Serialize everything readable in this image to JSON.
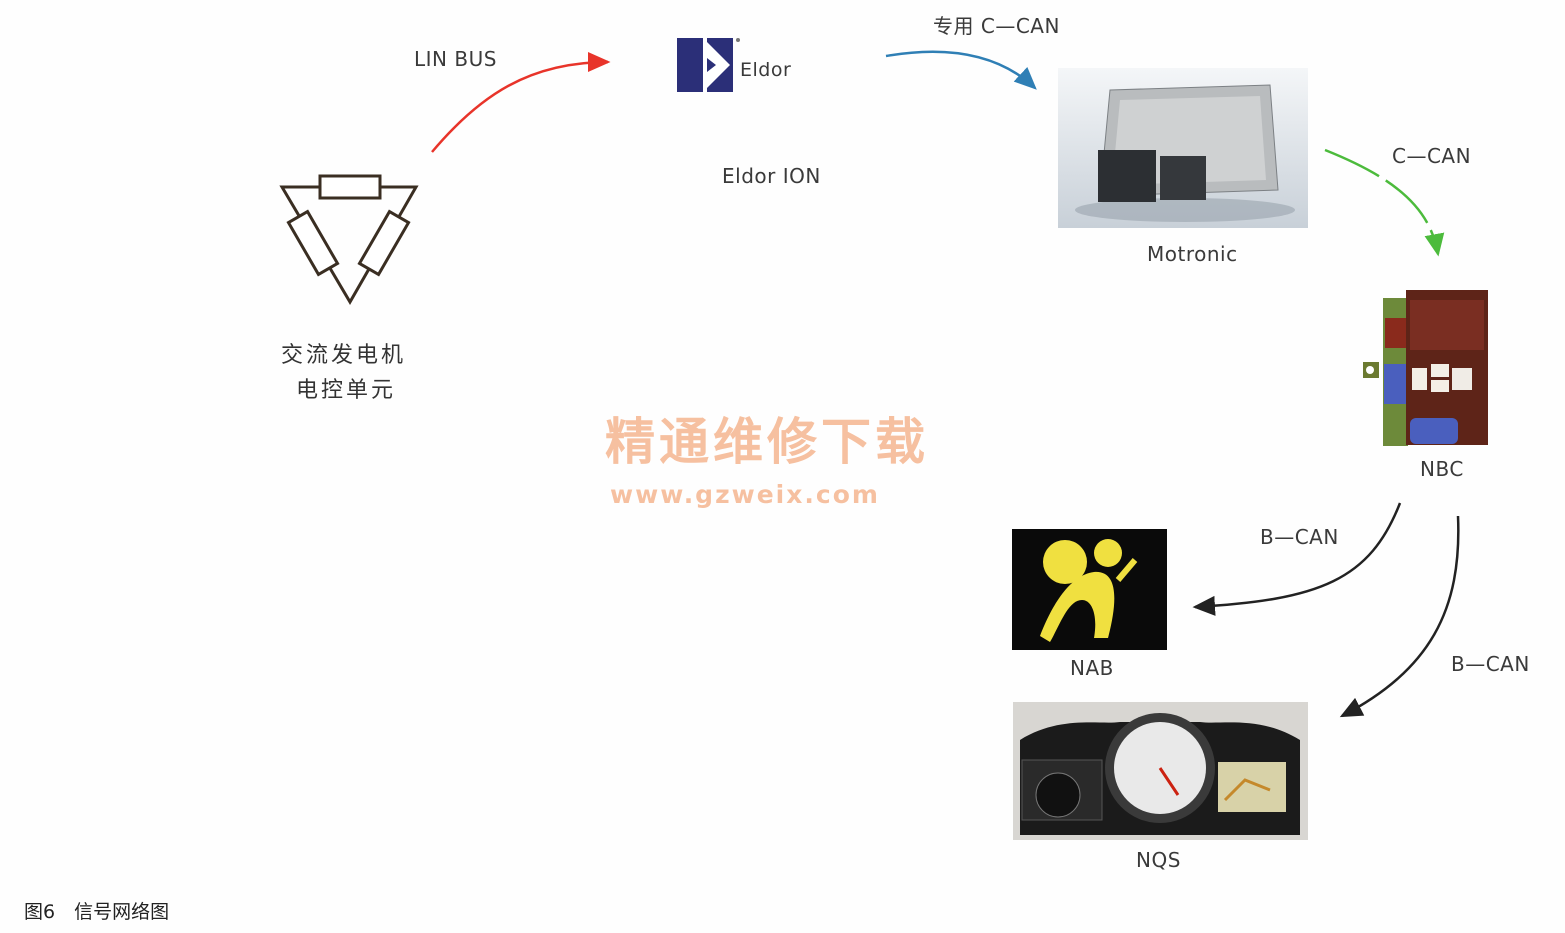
{
  "nodes": {
    "alternator": {
      "line1": "交流发电机",
      "line2": "电控单元"
    },
    "eldor": {
      "logo_text": "Eldor",
      "label": "Eldor ION"
    },
    "motronic": {
      "label": "Motronic"
    },
    "nbc": {
      "label": "NBC"
    },
    "nab": {
      "label": "NAB"
    },
    "nqs": {
      "label": "NQS"
    }
  },
  "links": {
    "lin_bus": "LIN BUS",
    "private_ccan": "专用 C—CAN",
    "ccan": "C—CAN",
    "bcan_nab": "B—CAN",
    "bcan_nqs": "B—CAN"
  },
  "colors": {
    "lin": "#e8342a",
    "private_ccan": "#2f7fb5",
    "ccan": "#4cbb3c",
    "bcan": "#222222",
    "watermark": "#f6c0a0"
  },
  "watermark": {
    "title": "精通维修下载",
    "url": "www.gzweix.com"
  },
  "caption": "图6　信号网络图"
}
